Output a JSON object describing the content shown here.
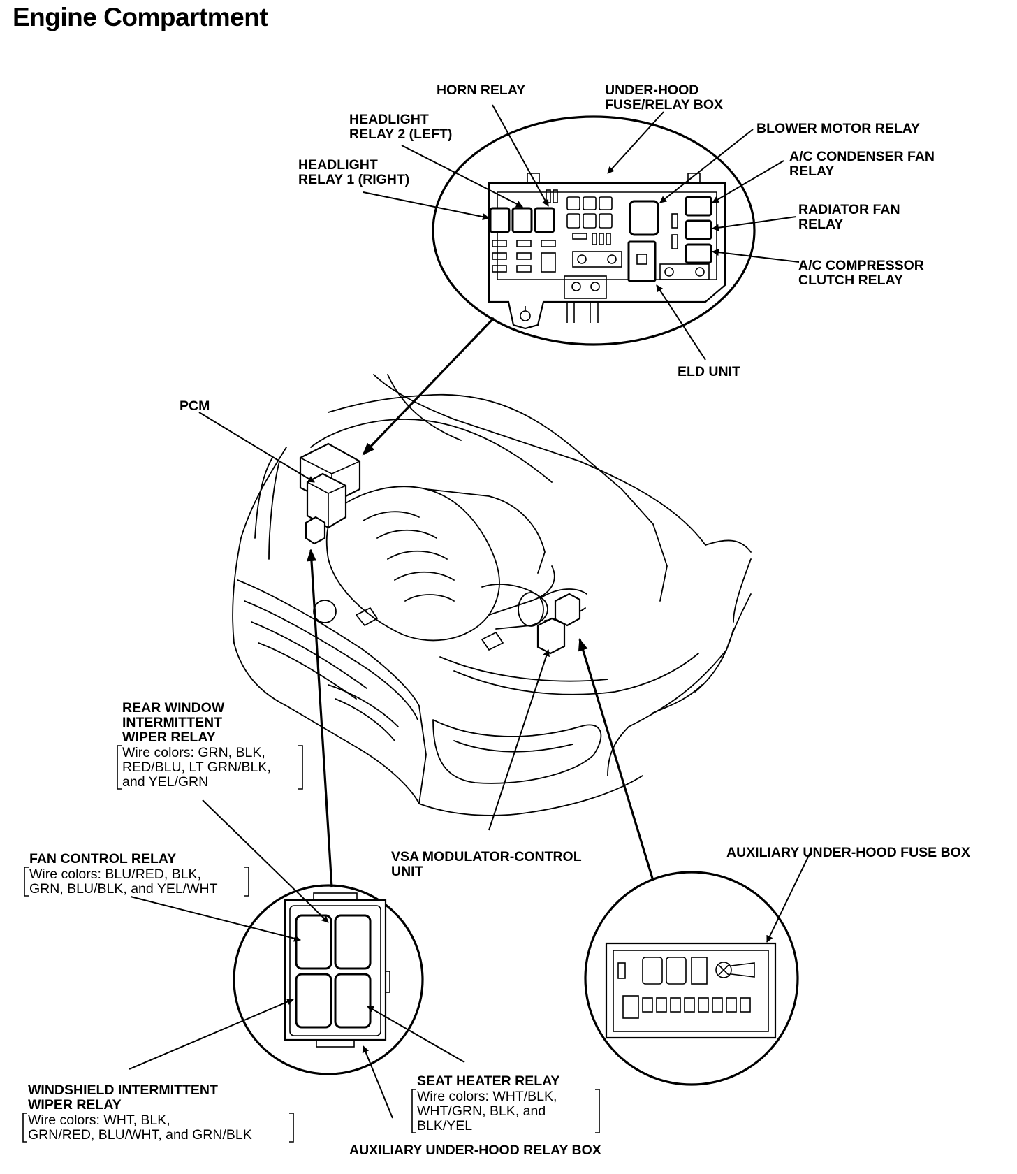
{
  "title": "Engine Compartment",
  "labels": {
    "horn_relay": "HORN RELAY",
    "under_hood_box": [
      "UNDER-HOOD",
      "FUSE/RELAY BOX"
    ],
    "headlight_relay_2": [
      "HEADLIGHT",
      "RELAY 2 (LEFT)"
    ],
    "headlight_relay_1": [
      "HEADLIGHT",
      "RELAY 1 (RIGHT)"
    ],
    "blower_motor_relay": "BLOWER MOTOR RELAY",
    "ac_condenser_fan_relay": [
      "A/C CONDENSER FAN",
      "RELAY"
    ],
    "radiator_fan_relay": [
      "RADIATOR FAN",
      "RELAY"
    ],
    "ac_compressor_clutch_relay": [
      "A/C COMPRESSOR",
      "CLUTCH RELAY"
    ],
    "eld_unit": "ELD UNIT",
    "pcm": "PCM",
    "rear_window_wiper_relay": {
      "name": [
        "REAR WINDOW",
        "INTERMITTENT",
        "WIPER RELAY"
      ],
      "wires": [
        "Wire colors: GRN, BLK,",
        "RED/BLU, LT GRN/BLK,",
        "and YEL/GRN"
      ]
    },
    "fan_control_relay": {
      "name": [
        "FAN CONTROL RELAY"
      ],
      "wires": [
        "Wire colors: BLU/RED, BLK,",
        "GRN, BLU/BLK, and YEL/WHT"
      ]
    },
    "vsa_unit": [
      "VSA MODULATOR-CONTROL",
      "UNIT"
    ],
    "aux_fuse_box": "AUXILIARY UNDER-HOOD FUSE BOX",
    "windshield_wiper_relay": {
      "name": [
        "WINDSHIELD INTERMITTENT",
        "WIPER RELAY"
      ],
      "wires": [
        "Wire colors: WHT, BLK,",
        "GRN/RED, BLU/WHT, and GRN/BLK"
      ]
    },
    "seat_heater_relay": {
      "name": [
        "SEAT HEATER RELAY"
      ],
      "wires": [
        "Wire colors: WHT/BLK,",
        "WHT/GRN, BLK, and",
        "BLK/YEL"
      ]
    },
    "aux_relay_box": "AUXILIARY UNDER-HOOD RELAY BOX"
  }
}
